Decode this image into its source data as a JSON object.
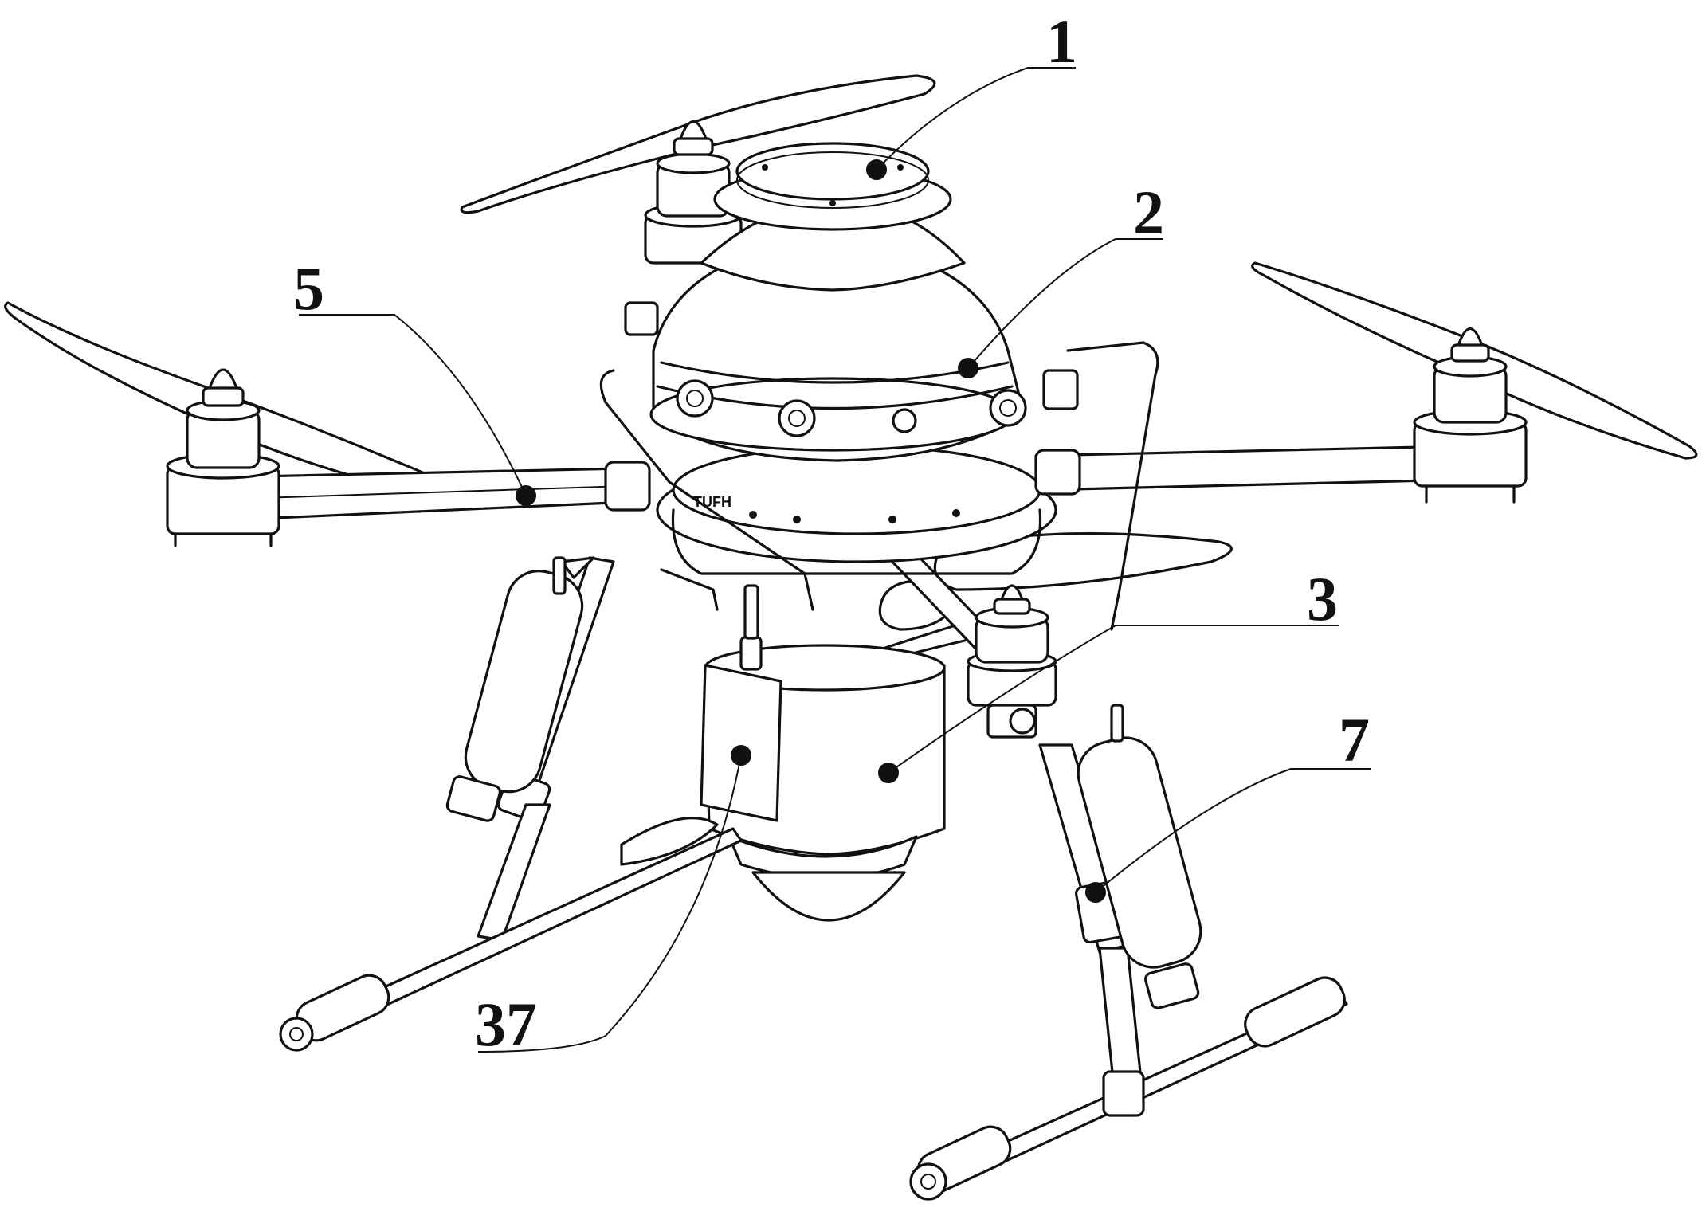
{
  "figure": {
    "callouts": [
      {
        "id": "1",
        "label": "1"
      },
      {
        "id": "2",
        "label": "2"
      },
      {
        "id": "3",
        "label": "3"
      },
      {
        "id": "5",
        "label": "5"
      },
      {
        "id": "7",
        "label": "7"
      },
      {
        "id": "37",
        "label": "37"
      }
    ],
    "frame_marking": "TUFH"
  }
}
